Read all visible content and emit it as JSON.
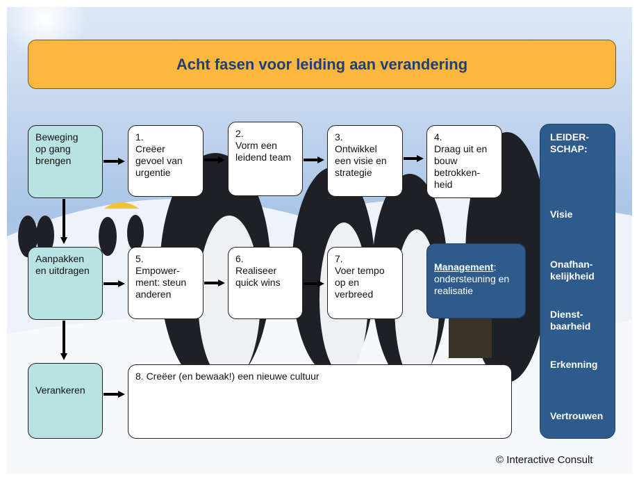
{
  "title": "Acht fasen voor leiding aan verandering",
  "phases": {
    "p1": "Beweging\nop gang\nbrengen",
    "p2": "Aanpakken\nen uitdragen",
    "p3": "Verankeren"
  },
  "steps": {
    "s1": "1.\nCreëer\ngevoel van\nurgentie",
    "s2": "2.\nVorm een\nleidend team",
    "s3": "3.\nOntwikkel\neen visie en\nstrategie",
    "s4": "4.\nDraag uit en\nbouw\nbetrokken-\nheid",
    "s5": "5.\nEmpower-\nment: steun\nanderen",
    "s6": "6.\nRealiseer\nquick wins",
    "s7": "7.\nVoer tempo\nop en\nverbreed",
    "s8": "8. Creëer (en bewaak!) een nieuwe cultuur"
  },
  "management": {
    "label": "Management",
    "colon": ":",
    "text": "ondersteuning en\nrealisatie"
  },
  "leadership": {
    "heading": "LEIDER-\nSCHAP:",
    "items": [
      "Visie",
      "Onafhan-\nkelijkheid",
      "Dienst-\nbaarheid",
      "Erkenning",
      "Vertrouwen"
    ]
  },
  "copyright": "© Interactive Consult"
}
